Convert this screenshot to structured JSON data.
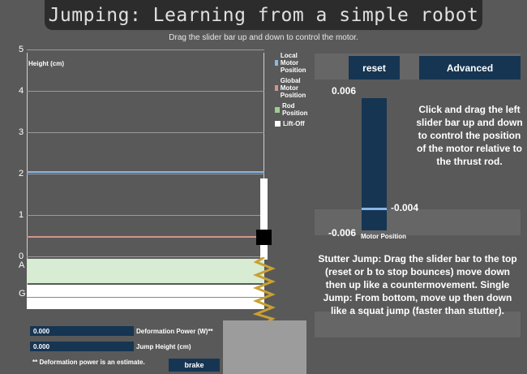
{
  "header": {
    "title": "Jumping: Learning from a simple robot",
    "instruction": "Drag the slider bar up and down to control the motor."
  },
  "plot": {
    "y_axis_label": "Height (cm)",
    "ticks": [
      "5",
      "4",
      "3",
      "2",
      "1",
      "0"
    ],
    "marker_labels": [
      "A",
      "G"
    ],
    "legend": [
      {
        "label": "Local Motor Position",
        "color": "#8ab6e6"
      },
      {
        "label": "Global Motor Position",
        "color": "#d3958a"
      },
      {
        "label": "Rod Position",
        "color": "#9bcf8e"
      },
      {
        "label": "Lift-Off",
        "color": "#ffffff"
      }
    ],
    "local_motor_position_cm": 2.05,
    "global_motor_position_cm": 0.5
  },
  "controls": {
    "reset_label": "reset",
    "advanced_label": "Advanced",
    "brake_label": "brake"
  },
  "slider": {
    "max_label": "0.006",
    "min_label": "-0.006",
    "value_label": "-0.004",
    "caption": "Motor Position",
    "min": -0.006,
    "max": 0.006,
    "value": -0.004
  },
  "help": {
    "text": "Click and drag the left slider bar up and down to control the position of the motor relative to the thrust rod.",
    "jump_text": "Stutter Jump: Drag the slider bar to the top (reset or b to stop bounces) move down then up like a countermovement. Single Jump: From bottom, move up then down like a squat jump (faster than stutter)."
  },
  "readouts": {
    "deformation_power_value": "0.000",
    "deformation_power_label": "Deformation Power (W)**",
    "jump_height_value": "0.000",
    "jump_height_label": "Jump Height (cm)",
    "footnote": "** Deformation power is an estimate."
  },
  "colors": {
    "accent": "#163552",
    "background": "#595959"
  }
}
